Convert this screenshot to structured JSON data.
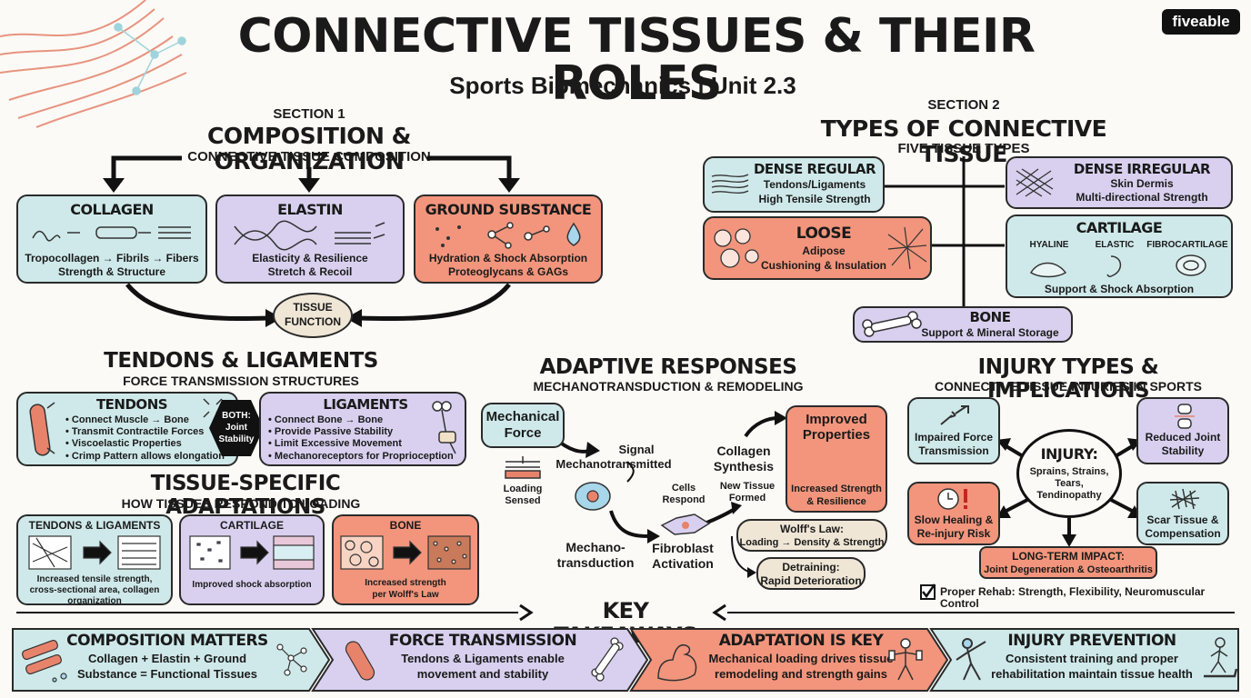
{
  "header": {
    "title": "CONNECTIVE TISSUES & THEIR ROLES",
    "subtitle": "Sports Biomechanics | Unit 2.3",
    "brand": "fiveable"
  },
  "s1": {
    "label": "SECTION 1",
    "title": "COMPOSITION & ORGANIZATION",
    "subtitle": "CONNECTIVE TISSUE COMPOSITION",
    "collagen": {
      "title": "COLLAGEN",
      "line1": "Tropocollagen → Fibrils → Fibers",
      "line2": "Strength & Structure"
    },
    "elastin": {
      "title": "ELASTIN",
      "line1": "Elasticity & Resilience",
      "line2": "Stretch & Recoil"
    },
    "ground": {
      "title": "GROUND SUBSTANCE",
      "line1": "Hydration & Shock Absorption",
      "line2": "Proteoglycans & GAGs"
    },
    "tissue_function": [
      "TISSUE",
      "FUNCTION"
    ]
  },
  "s2": {
    "label": "SECTION 2",
    "title": "TYPES OF CONNECTIVE TISSUE",
    "subtitle": "FIVE TISSUE TYPES",
    "dense_regular": {
      "title": "DENSE REGULAR",
      "line1": "Tendons/Ligaments",
      "line2": "High Tensile Strength"
    },
    "dense_irregular": {
      "title": "DENSE IRREGULAR",
      "line1": "Skin Dermis",
      "line2": "Multi-directional Strength"
    },
    "loose": {
      "title": "LOOSE",
      "line1": "Adipose",
      "line2": "Cushioning & Insulation"
    },
    "cartilage": {
      "title": "CARTILAGE",
      "types": [
        "HYALINE",
        "ELASTIC",
        "FIBROCARTILAGE"
      ],
      "line1": "Support & Shock Absorption"
    },
    "bone": {
      "title": "BONE",
      "line1": "Support & Mineral Storage"
    }
  },
  "tendons": {
    "title": "TENDONS & LIGAMENTS",
    "subtitle": "FORCE TRANSMISSION STRUCTURES",
    "tendon_title": "TENDONS",
    "tendon_items": [
      "Connect Muscle → Bone",
      "Transmit Contractile Forces",
      "Viscoelastic Properties",
      "Crimp Pattern allows elongation"
    ],
    "both": [
      "BOTH:",
      "Joint",
      "Stability"
    ],
    "ligament_title": "LIGAMENTS",
    "ligament_items": [
      "Connect Bone → Bone",
      "Provide Passive Stability",
      "Limit Excessive Movement",
      "Mechanoreceptors for Proprioception"
    ]
  },
  "adapt_specific": {
    "title": "TISSUE-SPECIFIC ADAPTATIONS",
    "subtitle": "HOW TISSUES RESPOND TO LOADING",
    "tl": {
      "title": "TENDONS & LIGAMENTS",
      "line1": "Increased tensile strength,",
      "line2": "cross-sectional area, collagen",
      "line3": "organization"
    },
    "cart": {
      "title": "CARTILAGE",
      "line1": "Improved shock absorption"
    },
    "bone": {
      "title": "BONE",
      "line1": "Increased strength",
      "line2": "per Wolff's Law"
    }
  },
  "adaptive": {
    "title": "ADAPTIVE RESPONSES",
    "subtitle": "MECHANOTRANSDUCTION & REMODELING",
    "mech_force": [
      "Mechanical",
      "Force"
    ],
    "loading_sensed": [
      "Loading",
      "Sensed"
    ],
    "signal": [
      "Signal",
      "Mechanotransmitted"
    ],
    "mechano": [
      "Mechano-",
      "transduction"
    ],
    "cells": [
      "Cells",
      "Respond"
    ],
    "fibro": [
      "Fibroblast",
      "Activation"
    ],
    "collagen_syn": [
      "Collagen",
      "Synthesis"
    ],
    "new_tissue": [
      "New Tissue",
      "Formed"
    ],
    "improved": {
      "title1": "Improved",
      "title2": "Properties",
      "line1": "Increased Strength",
      "line2": "& Resilience"
    },
    "wolff": {
      "title": "Wolff's Law:",
      "line1": "Loading → Density & Strength"
    },
    "detrain": {
      "title": "Detraining:",
      "line1": "Rapid Deterioration"
    }
  },
  "injury": {
    "title": "INJURY TYPES & IMPLICATIONS",
    "subtitle": "CONNECTIVE TISSUE INJURIES IN SPORTS",
    "impaired": [
      "Impaired Force",
      "Transmission"
    ],
    "reduced": [
      "Reduced Joint",
      "Stability"
    ],
    "center_title": "INJURY:",
    "center_lines": [
      "Sprains, Strains,",
      "Tears,",
      "Tendinopathy"
    ],
    "slow": [
      "Slow Healing &",
      "Re-injury Risk"
    ],
    "scar": [
      "Scar Tissue &",
      "Compensation"
    ],
    "long": {
      "title": "LONG-TERM IMPACT:",
      "line1": "Joint Degeneration & Osteoarthritis"
    },
    "rehab": "Proper Rehab: Strength, Flexibility, Neuromuscular Control"
  },
  "takeaways": {
    "title": "KEY TAKEAWAYS",
    "items": [
      {
        "title": "COMPOSITION MATTERS",
        "line1": "Collagen + Elastin + Ground",
        "line2": "Substance = Functional Tissues"
      },
      {
        "title": "FORCE TRANSMISSION",
        "line1": "Tendons & Ligaments enable",
        "line2": "movement and stability"
      },
      {
        "title": "ADAPTATION IS KEY",
        "line1": "Mechanical loading drives tissue",
        "line2": "remodeling and strength gains"
      },
      {
        "title": "INJURY PREVENTION",
        "line1": "Consistent training and proper",
        "line2": "rehabilitation maintain tissue health"
      }
    ]
  },
  "colors": {
    "teal": "#cfe9ea",
    "lavender": "#d9d0ef",
    "salmon": "#f2957c",
    "beige": "#efe6d6"
  }
}
